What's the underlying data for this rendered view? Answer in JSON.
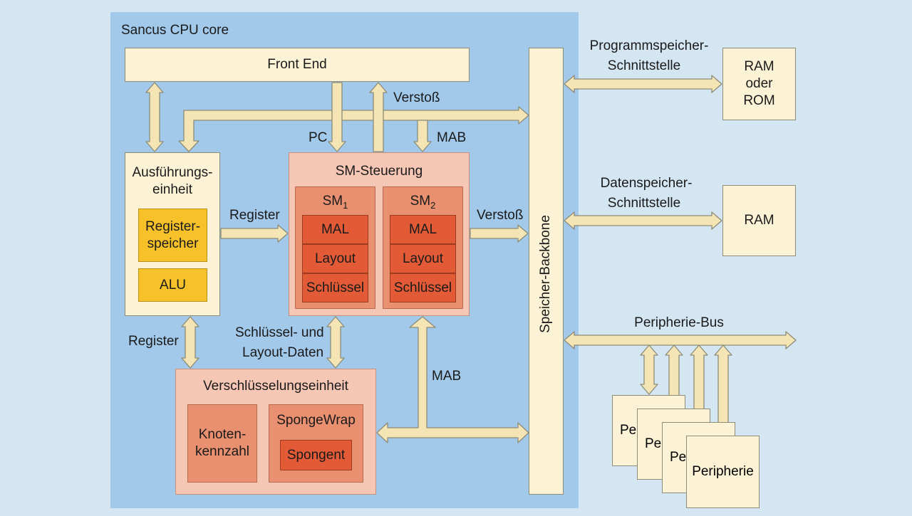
{
  "core": {
    "title": "Sancus CPU core"
  },
  "front_end": "Front End",
  "exec_unit": {
    "title_line1": "Ausführungs-",
    "title_line2": "einheit",
    "regspeicher_line1": "Register-",
    "regspeicher_line2": "speicher",
    "alu": "ALU"
  },
  "sm_ctrl": {
    "title": "SM-Steuerung",
    "sm1": {
      "name": "SM",
      "sub": "1",
      "items": [
        "MAL",
        "Layout",
        "Schlüssel"
      ]
    },
    "sm2": {
      "name": "SM",
      "sub": "2",
      "items": [
        "MAL",
        "Layout",
        "Schlüssel"
      ]
    }
  },
  "enc_unit": {
    "title": "Verschlüsselungseinheit",
    "knoten_line1": "Knoten-",
    "knoten_line2": "kennzahl",
    "spongewrap": "SpongeWrap",
    "spongent": "Spongent"
  },
  "backbone": "Speicher-Backbone",
  "labels": {
    "verstoss_top": "Verstoß",
    "pc": "PC",
    "mab_top": "MAB",
    "register_mid": "Register",
    "verstoss_mid": "Verstoß",
    "register_low": "Register",
    "key_layout_line1": "Schlüssel- und",
    "key_layout_line2": "Layout-Daten",
    "mab_low": "MAB"
  },
  "right": {
    "prog_if_line1": "Programmspeicher-",
    "prog_if_line2": "Schnittstelle",
    "ram_rom_line1": "RAM",
    "ram_rom_line2": "oder",
    "ram_rom_line3": "ROM",
    "data_if_line1": "Datenspeicher-",
    "data_if_line2": "Schnittstelle",
    "ram": "RAM",
    "periph_bus": "Peripherie-Bus",
    "periph": [
      "Peri",
      "Per",
      "Per",
      "Peripherie"
    ]
  },
  "colors": {
    "core_bg": "#a2c8ea",
    "cream": "#fcf3d6",
    "pink": "#f7c7b6",
    "salmon": "#e99070",
    "red": "#e25b36",
    "yellow": "#f7c229",
    "arrow_fill": "#f6e5b4",
    "arrow_stroke": "#8c8c78"
  }
}
